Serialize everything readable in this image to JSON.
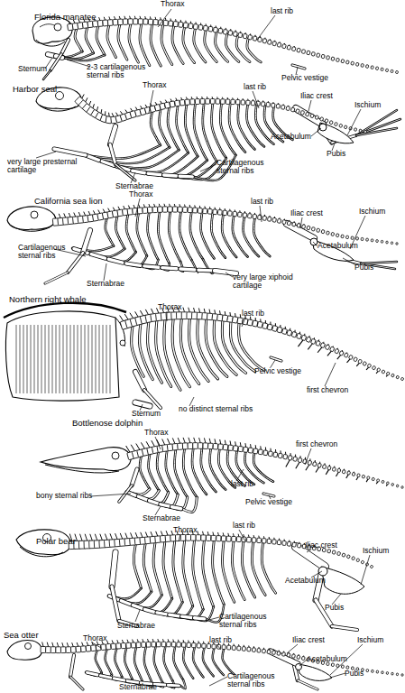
{
  "diagram": {
    "labels": [
      "Florida manatee",
      "Thorax",
      "last rib",
      "Sternum",
      "2-3 cartilagenous sternal ribs",
      "Pelvic vestige",
      "Harbor seal",
      "Thorax",
      "last rib",
      "Iliac crest",
      "Ischium",
      "Acetabulum",
      "Pubis",
      "very large presternal cartilage",
      "Sternabrae",
      "Cartilagenous sternal ribs",
      "California sea lion",
      "Thorax",
      "last rib",
      "Iliac crest",
      "Ischium",
      "Cartilagenous sternal ribs",
      "Acetabulum",
      "Pubis",
      "Sternabrae",
      "very large xiphoid cartilage",
      "Northern right whale",
      "Thorax",
      "last rib",
      "Pelvic vestige",
      "first chevron",
      "Sternum",
      "no distinct sternal ribs",
      "Bottlenose dolphin",
      "Thorax",
      "first chevron",
      "bony sternal ribs",
      "last rib",
      "Pelvic vestige",
      "Sternabrae",
      "Polar bear",
      "Thorax",
      "last rib",
      "Iliac crest",
      "Ischium",
      "Acetabulum",
      "Pubis",
      "Sternabrae",
      "Cartilagenous sternal ribs",
      "Sea otter",
      "Thorax",
      "last rib",
      "Iliac crest",
      "Ischium",
      "Acetabulum",
      "Pubis",
      "Sternabrae",
      "Cartilagenous sternal ribs"
    ]
  }
}
